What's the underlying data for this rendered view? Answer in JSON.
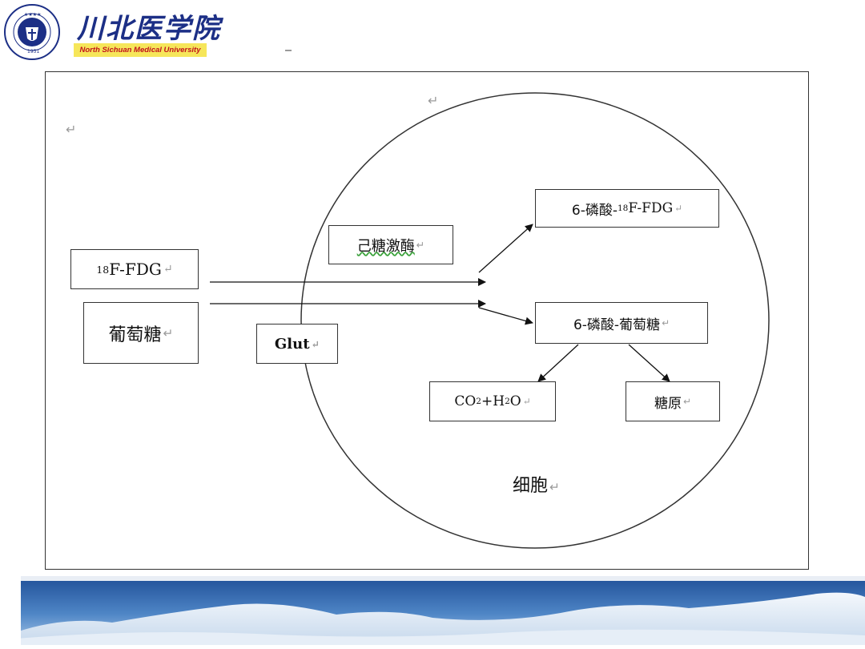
{
  "header": {
    "logo_cn": "川北医学院",
    "logo_en": "North Sichuan Medical University",
    "seal_year": "1951",
    "seal_text": "NORTH SICHUAN MEDICAL COLLEGE"
  },
  "diagram": {
    "nodes": {
      "fdg": {
        "sup": "18",
        "main": "F-FDG",
        "mark": "↵"
      },
      "glucose": {
        "label": "葡萄糖",
        "mark": "↵"
      },
      "glut": {
        "label": "Glut",
        "mark": "↵"
      },
      "hexokinase": {
        "label": "己糖激酶",
        "mark": "↵"
      },
      "p_fdg": {
        "prefix": "6-磷酸-",
        "sup": "18",
        "main": "F-FDG",
        "mark": "↵"
      },
      "p_glucose": {
        "label": "6-磷酸-葡萄糖",
        "mark": "↵"
      },
      "co2h2o": {
        "a": "CO",
        "a_sub": "2",
        "b": "+H",
        "b_sub": "2",
        "c": "O",
        "mark": "↵"
      },
      "glycogen": {
        "label": "糖原",
        "mark": "↵"
      }
    },
    "cell_label": "细胞",
    "cell_mark": "↵",
    "stray_marks": [
      "↵",
      "↵"
    ]
  },
  "colors": {
    "logo_blue": "#1c2f86",
    "logo_badge_bg": "#f6e65a",
    "logo_badge_text": "#c2121c",
    "line": "#333333"
  }
}
